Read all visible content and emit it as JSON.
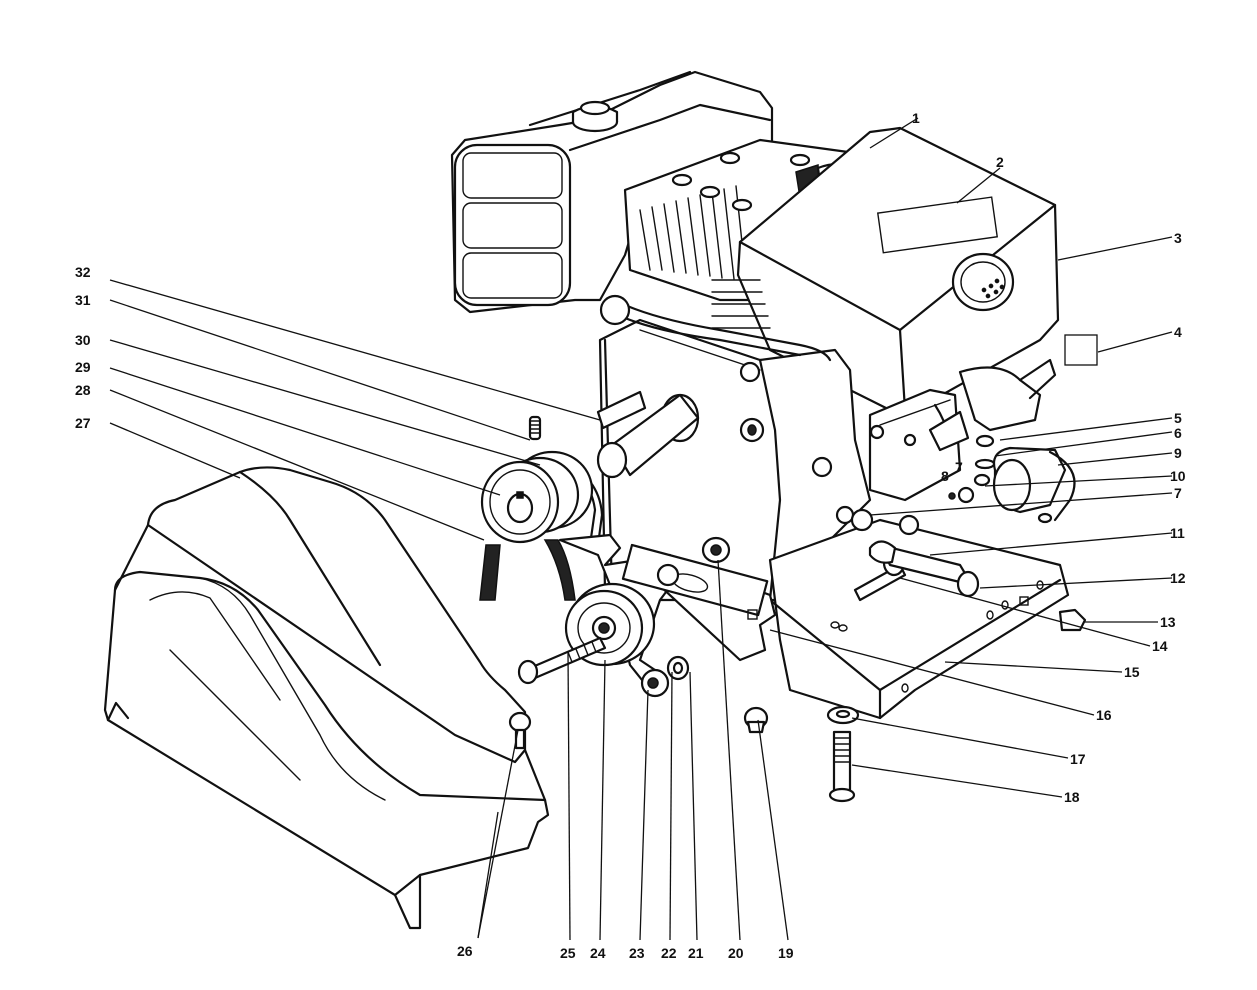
{
  "colors": {
    "ink": "#111111",
    "paper": "#ffffff"
  },
  "callouts": [
    {
      "id": "1",
      "label": "1"
    },
    {
      "id": "2",
      "label": "2"
    },
    {
      "id": "3",
      "label": "3"
    },
    {
      "id": "4",
      "label": "4"
    },
    {
      "id": "5",
      "label": "5"
    },
    {
      "id": "6",
      "label": "6"
    },
    {
      "id": "7a",
      "label": "7"
    },
    {
      "id": "8",
      "label": "8"
    },
    {
      "id": "9",
      "label": "9"
    },
    {
      "id": "10",
      "label": "10"
    },
    {
      "id": "7b",
      "label": "7"
    },
    {
      "id": "11",
      "label": "11"
    },
    {
      "id": "12",
      "label": "12"
    },
    {
      "id": "13",
      "label": "13"
    },
    {
      "id": "14",
      "label": "14"
    },
    {
      "id": "15",
      "label": "15"
    },
    {
      "id": "16",
      "label": "16"
    },
    {
      "id": "17",
      "label": "17"
    },
    {
      "id": "18",
      "label": "18"
    },
    {
      "id": "19",
      "label": "19"
    },
    {
      "id": "20",
      "label": "20"
    },
    {
      "id": "21",
      "label": "21"
    },
    {
      "id": "22",
      "label": "22"
    },
    {
      "id": "23",
      "label": "23"
    },
    {
      "id": "24",
      "label": "24"
    },
    {
      "id": "25",
      "label": "25"
    },
    {
      "id": "26",
      "label": "26"
    },
    {
      "id": "27",
      "label": "27"
    },
    {
      "id": "28",
      "label": "28"
    },
    {
      "id": "29",
      "label": "29"
    },
    {
      "id": "30",
      "label": "30"
    },
    {
      "id": "31",
      "label": "31"
    },
    {
      "id": "32",
      "label": "32"
    }
  ]
}
